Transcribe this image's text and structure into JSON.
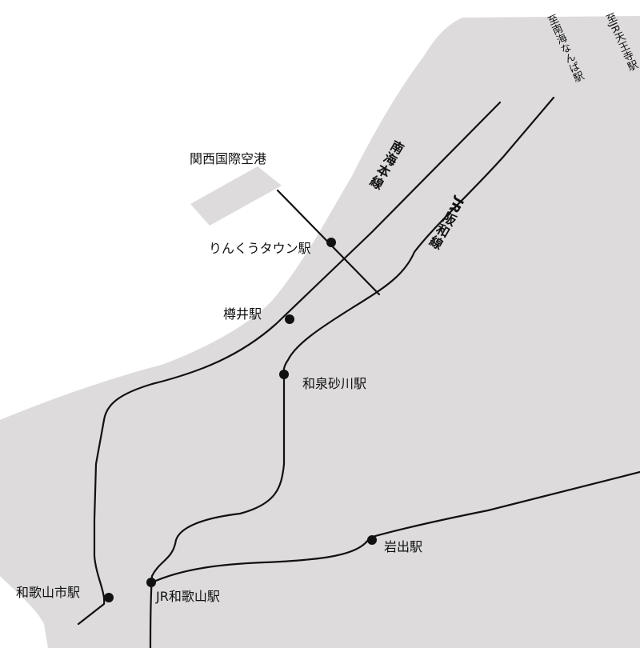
{
  "map": {
    "colors": {
      "land": "#dddbdc",
      "sea": "#ffffff",
      "rail": "#111111",
      "station": "#111111"
    },
    "airport": {
      "name": "関西国際空港"
    },
    "stations": {
      "rinku_town": "りんくうタウン駅",
      "tarui": "樽井駅",
      "izumi_sunagawa": "和泉砂川駅",
      "iwade": "岩出駅",
      "jr_wakayama": "JR和歌山駅",
      "wakayamashi": "和歌山市駅"
    },
    "lines": {
      "nankai_main": "南海本線",
      "jr_hanwa": "JR阪和線"
    },
    "destinations": {
      "nankai": "至南海なんば駅",
      "jr": "至JR天王寺駅"
    }
  }
}
